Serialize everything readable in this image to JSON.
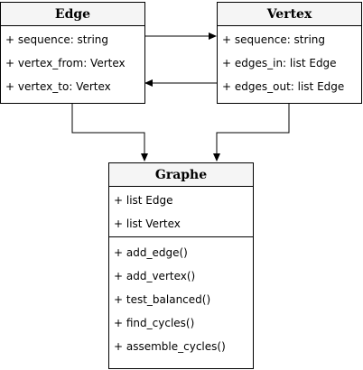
{
  "classes": {
    "edge": {
      "title": "Edge",
      "attributes": [
        "+ sequence: string",
        "+ vertex_from: Vertex",
        "+ vertex_to: Vertex"
      ]
    },
    "vertex": {
      "title": "Vertex",
      "attributes": [
        "+ sequence: string",
        "+ edges_in: list Edge",
        "+ edges_out: list Edge"
      ]
    },
    "graphe": {
      "title": "Graphe",
      "attributes": [
        "+ list Edge",
        "+ list Vertex"
      ],
      "methods": [
        "+ add_edge()",
        "+ add_vertex()",
        "+ test_balanced()",
        "+ find_cycles()",
        "+ assemble_cycles()"
      ]
    }
  }
}
